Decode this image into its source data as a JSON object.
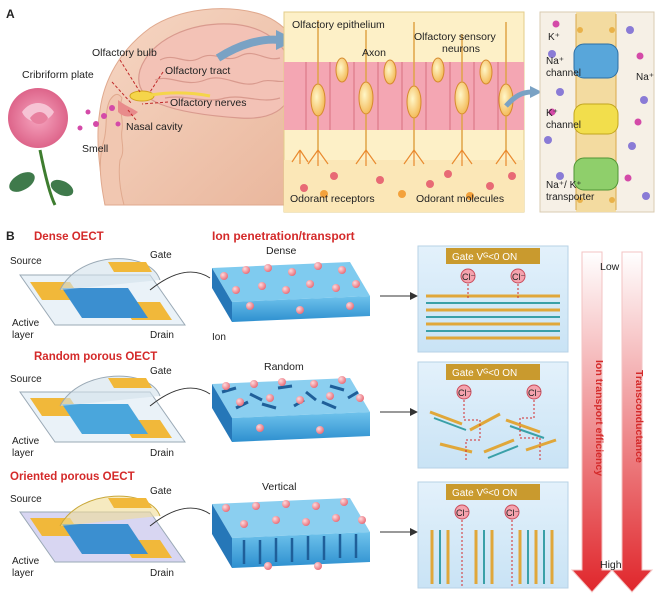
{
  "panel_a": {
    "letter": "A",
    "head_labels": {
      "bulb": "Olfactory bulb",
      "cribriform": "Cribriform plate",
      "tract": "Olfactory tract",
      "nerves": "Olfactory nerves",
      "nasal": "Nasal cavity",
      "smell": "Smell"
    },
    "epithelium_labels": {
      "epithelium": "Olfactory epithelium",
      "axon": "Axon",
      "sensory": "Olfactory sensory",
      "sensory2": "neurons",
      "receptors": "Odorant receptors",
      "molecules": "Odorant molecules"
    },
    "membrane_labels": {
      "k": "K⁺",
      "na_ion": "Na⁺",
      "na_ch1": "Na⁺",
      "na_ch2": "channel",
      "k_ch1": "K⁺",
      "k_ch2": "channel",
      "tr1": "Na⁺/ K⁺",
      "tr2": "transporter"
    }
  },
  "panel_b": {
    "letter": "B",
    "column_header": "Ion  penetration/transport",
    "device_labels": {
      "source": "Source",
      "gate": "Gate",
      "active1": "Active",
      "active2": "layer",
      "drain": "Drain"
    },
    "rows": [
      {
        "title": "Dense OECT",
        "structure": "Dense",
        "gate_text": "Gate Vᴳ<0 ON"
      },
      {
        "title": "Random porous OECT",
        "structure": "Random",
        "gate_text": "Gate Vᴳ<0 ON"
      },
      {
        "title": "Oriented porous OECT",
        "structure": "Vertical",
        "gate_text": "Gate Vᴳ<0 ON"
      }
    ],
    "ion_label": "Ion",
    "anion": "Cl⁻",
    "scale": {
      "low": "Low",
      "high": "High",
      "arrow1": "Ion transport efficiency",
      "arrow2": "Transconductance"
    }
  }
}
